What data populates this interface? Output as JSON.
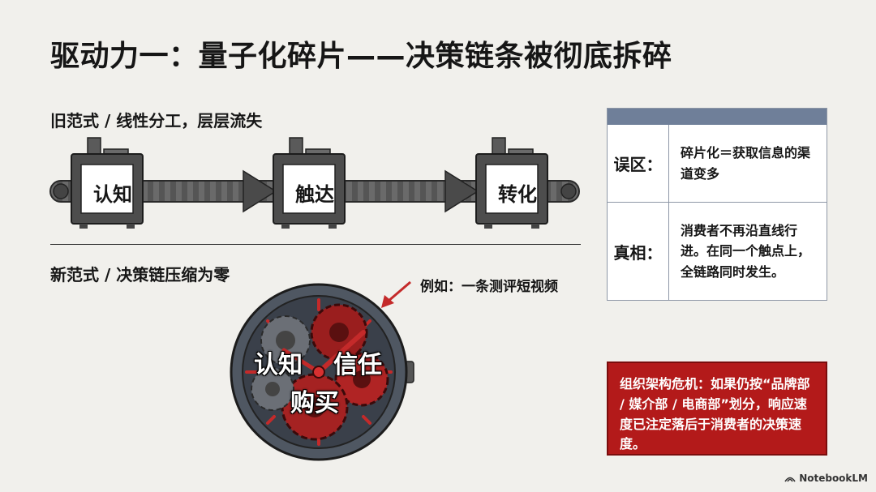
{
  "title": "驱动力一：量子化碎片——决策链条被彻底拆碎",
  "old_paradigm": {
    "label": "旧范式 / 线性分工，层层流失",
    "stages": [
      "认知",
      "触达",
      "转化"
    ]
  },
  "new_paradigm": {
    "label": "新范式 / 决策链压缩为零",
    "watch_labels": [
      "认知",
      "信任",
      "购买"
    ],
    "example": "例如：一条测评短视频"
  },
  "comparison": {
    "rows": [
      {
        "key": "误区：",
        "value": "碎片化＝获取信息的渠道变多"
      },
      {
        "key": "真相：",
        "value": "消费者不再沿直线行进。在同一个触点上，全链路同时发生。"
      }
    ]
  },
  "alert": "组织架构危机：如果仍按“品牌部 / 媒介部 / 电商部”划分，响应速度已注定落后于消费者的决策速度。",
  "brand": "NotebookLM",
  "colors": {
    "accent_red": "#b31a1a",
    "table_header": "#6f7f99",
    "background": "#f1f0ec"
  }
}
